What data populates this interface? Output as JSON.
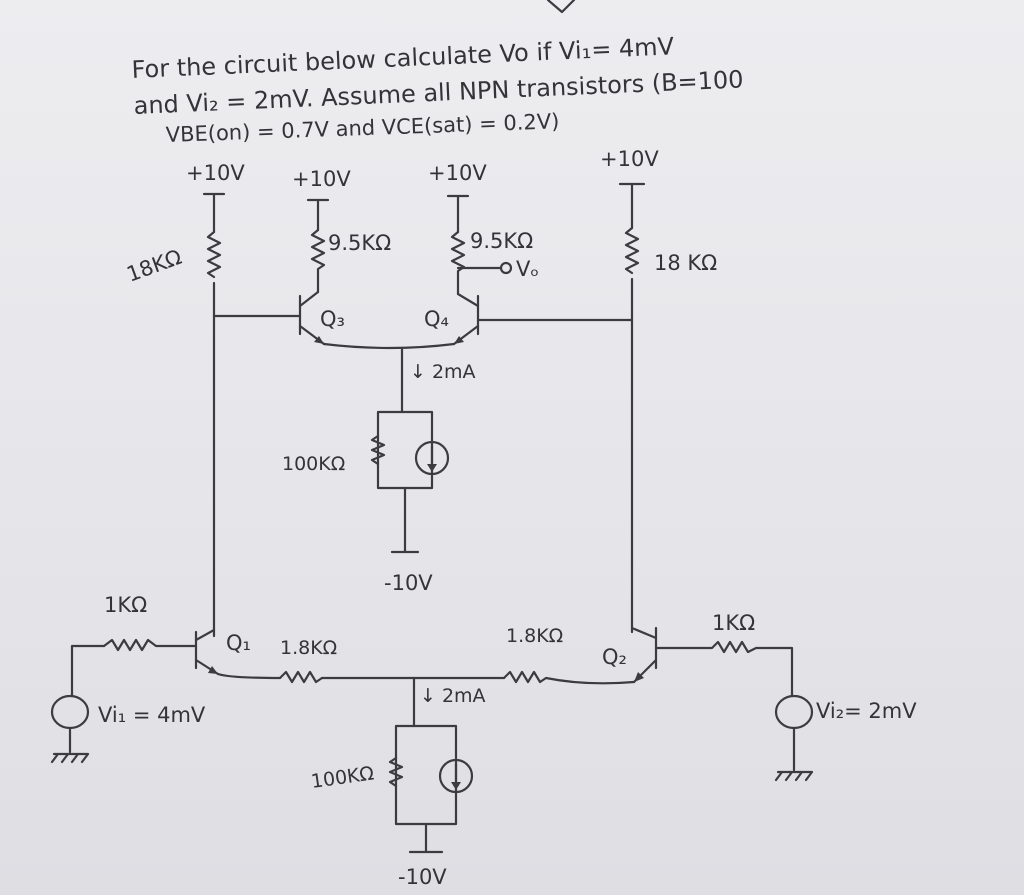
{
  "problem": {
    "line1": "For the circuit below calculate Vo if Vi₁= 4mV",
    "line2": "and Vi₂ = 2mV. Assume all NPN transistors (B=100",
    "line3": "VBE(on) = 0.7V and VCE(sat) = 0.2V)"
  },
  "supplies": {
    "top_left": "+10V",
    "top_q3": "+10V",
    "top_q4": "+10V",
    "top_right": "+10V",
    "neg_upper": "-10V",
    "neg_lower": "-10V"
  },
  "resistors": {
    "r_left": "18KΩ",
    "r_right": "18 KΩ",
    "r_c3": "9.5KΩ",
    "r_c4": "9.5KΩ",
    "r_b1": "1KΩ",
    "r_b2": "1KΩ",
    "r_e1": "1.8KΩ",
    "r_e2": "1.8KΩ",
    "r_src_upper": "100KΩ",
    "r_src_lower": "100KΩ"
  },
  "transistors": {
    "q1": "Q₁",
    "q2": "Q₂",
    "q3": "Q₃",
    "q4": "Q₄"
  },
  "currents": {
    "upper": "↓ 2mA",
    "lower": "↓ 2mA"
  },
  "nodes": {
    "vo": "Vₒ"
  },
  "sources": {
    "vi1": "Vi₁ = 4mV",
    "vi2": "Vi₂= 2mV"
  },
  "colors": {
    "ink": "#3c3c40",
    "paper": "#e9e9ec"
  }
}
